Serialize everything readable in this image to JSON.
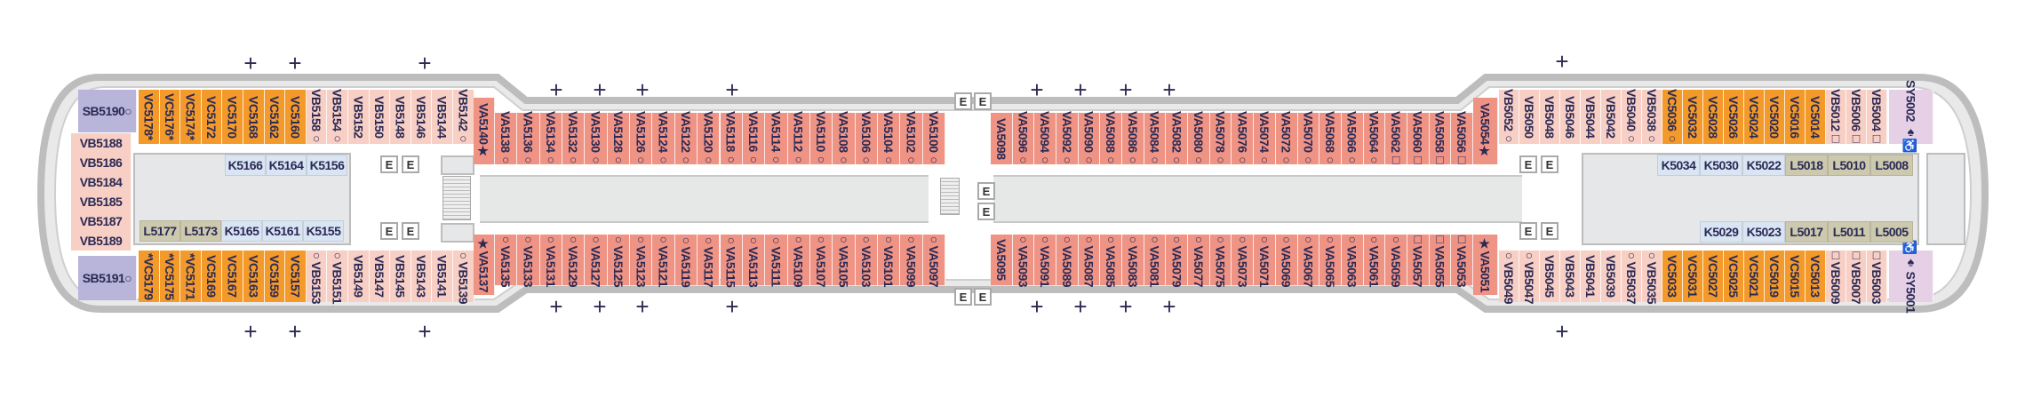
{
  "legend_marks": {
    "cross": "+",
    "elevator": "E"
  },
  "colors": {
    "vc": "#f39a2b",
    "vb": "#f8cfc4",
    "va": "#ef9384",
    "sb": "#b8b4da",
    "sy": "#e6d0e6",
    "k": "#d9e5f3",
    "l": "#cdc9ae",
    "hull": "#bdbdbd"
  },
  "cabins": {
    "left_top_suite": "SB5190○",
    "left_bottom_suite": "SB5191○",
    "left_end": [
      "VB5188",
      "VB5186",
      "VB5184",
      "VB5185",
      "VB5187",
      "VB5189"
    ],
    "left_top_vc": [
      "VC5178*",
      "VC5176*",
      "VC5174*",
      "VC5172",
      "VC5170",
      "VC5168",
      "VC5162",
      "VC5160"
    ],
    "left_top_vb": [
      "VB5158○",
      "VB5154○",
      "VB5152",
      "VB5150",
      "VB5148",
      "VB5146",
      "VB5144",
      "VB5142○"
    ],
    "left_top_va": "VA5140★",
    "left_bottom_vc": [
      "*VC5179",
      "*VC5175",
      "*VC5171",
      "VC5169",
      "VC5167",
      "VC5163",
      "VC5159",
      "VC5157"
    ],
    "left_bottom_vb": [
      "○VB5153",
      "○VB5151",
      "VB5149",
      "VB5147",
      "VB5145",
      "VB5143",
      "VB5141",
      "○VB5139"
    ],
    "left_bottom_va": "★VA5137",
    "mid_left_top": [
      "VA5138○",
      "VA5136○",
      "VA5134○",
      "VA5132○",
      "VA5130○",
      "VA5128○",
      "VA5126○",
      "VA5124○",
      "VA5122○",
      "VA5120○",
      "VA5118○",
      "VA5116○",
      "VA5114○",
      "VA5112○",
      "VA5110○",
      "VA5108○",
      "VA5106○",
      "VA5104○",
      "VA5102○",
      "VA5100○"
    ],
    "mid_left_bottom": [
      "○VA5135",
      "○VA5133",
      "○VA5131",
      "○VA5129",
      "○VA5127",
      "○VA5125",
      "○VA5123",
      "○VA5121",
      "○VA5119",
      "○VA5117",
      "○VA5115",
      "○VA5113",
      "○VA5111",
      "○VA5109",
      "○VA5107",
      "○VA5105",
      "○VA5103",
      "○VA5101",
      "○VA5099",
      "○VA5097"
    ],
    "mid_right_top": [
      "VA5098",
      "VA5096○",
      "VA5094○",
      "VA5092○",
      "VA5090○",
      "VA5088○",
      "VA5086○",
      "VA5084○",
      "VA5082○",
      "VA5080○",
      "VA5078○",
      "VA5076○",
      "VA5074○",
      "VA5072○",
      "VA5070○",
      "VA5068○",
      "VA5066○",
      "VA5064○",
      "VA5062□",
      "VA5060□",
      "VA5058□",
      "VA5056□"
    ],
    "mid_right_bottom": [
      "VA5095",
      "○VA5093",
      "○VA5091",
      "○VA5089",
      "○VA5087",
      "○VA5085",
      "○VA5083",
      "○VA5081",
      "○VA5079",
      "○VA5077",
      "○VA5075",
      "○VA5073",
      "○VA5071",
      "○VA5069",
      "○VA5067",
      "○VA5065",
      "○VA5063",
      "○VA5061",
      "○VA5059",
      "□VA5057",
      "□VA5055",
      "□VA5053"
    ],
    "right_top_va": "VA5054★",
    "right_bottom_va": "★VA5051",
    "right_top_vb1": [
      "VB5052○",
      "VB5050",
      "VB5048",
      "VB5046",
      "VB5044",
      "VB5042",
      "VB5040○",
      "VB5038○"
    ],
    "right_top_vc": [
      "VC5036○",
      "VC5032",
      "VC5028",
      "VC5026",
      "VC5024",
      "VC5020",
      "VC5016",
      "VC5014"
    ],
    "right_top_vb2": [
      "VB5012□",
      "VB5006□",
      "VB5004□"
    ],
    "right_top_suite": "SY5002 ♠♿",
    "right_bottom_vb1": [
      "○VB5049",
      "○VB5047",
      "VB5045",
      "VB5043",
      "VB5041",
      "VB5039",
      "○VB5037",
      "○VB5035"
    ],
    "right_bottom_vc": [
      "VC5033",
      "VC5031",
      "VC5027",
      "VC5025",
      "VC5021",
      "VC5019",
      "VC5015",
      "VC5013"
    ],
    "right_bottom_vb2": [
      "□VB5009",
      "□VB5007",
      "□VB5003"
    ],
    "right_bottom_suite": "♿♠ SY5001",
    "left_inner_top": [
      "K5166",
      "K5164",
      "K5156"
    ],
    "left_inner_bottom": [
      "L5177",
      "L5173",
      "K5165",
      "K5161",
      "K5155"
    ],
    "right_inner_top": [
      "K5034",
      "K5030",
      "K5022",
      "L5018",
      "L5010",
      "L5008"
    ],
    "right_inner_bottom": [
      "K5029",
      "K5023",
      "L5017",
      "L5011",
      "L5005"
    ]
  }
}
